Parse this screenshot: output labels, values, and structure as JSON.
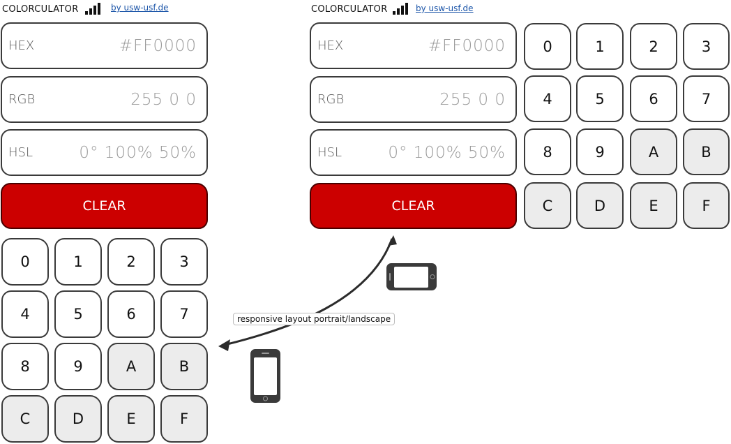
{
  "header": {
    "title": "COLORCULATOR",
    "credit": "by usw-usf.de"
  },
  "fields": {
    "hex": {
      "label": "HEX",
      "value": "#FF0000"
    },
    "rgb": {
      "label": "RGB",
      "value": "255 0 0"
    },
    "hsl": {
      "label": "HSL",
      "value": "0° 100% 50%"
    }
  },
  "clear_label": "CLEAR",
  "keypad": [
    "0",
    "1",
    "2",
    "3",
    "4",
    "5",
    "6",
    "7",
    "8",
    "9",
    "A",
    "B",
    "C",
    "D",
    "E",
    "F"
  ],
  "callout": "responsive layout portrait/landscape",
  "colors": {
    "accent": "#cc0000",
    "link": "#1a54a8",
    "hex_key_bg": "#ececec"
  },
  "icons": {
    "signal": "signal-bars-icon",
    "portrait": "phone-portrait-icon",
    "landscape": "phone-landscape-icon"
  }
}
